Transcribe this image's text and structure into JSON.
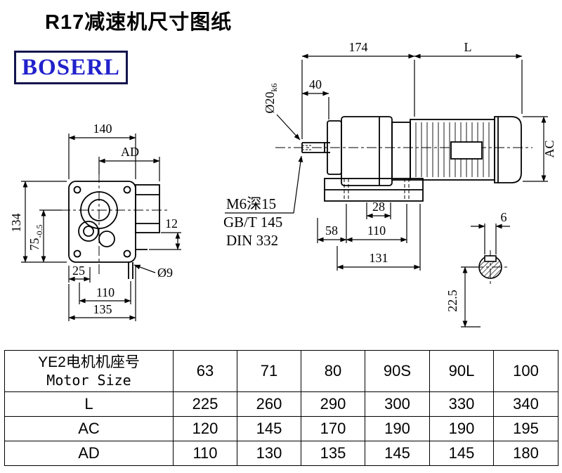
{
  "title": "R17减速机尺寸图纸",
  "logo": "BOSERL",
  "front_view": {
    "d140": "140",
    "dAD": "AD",
    "d134": "134",
    "d75": "75",
    "d75_tol": "-0.5",
    "d25": "25",
    "d110": "110",
    "d135": "135",
    "d12": "12",
    "d9": "Ø9"
  },
  "side_view": {
    "d174": "174",
    "dL": "L",
    "d40": "40",
    "shaft_dia": "Ø20",
    "shaft_tol": "k6",
    "dAC": "AC",
    "note1": "M6深15",
    "note2": "GB/T 145",
    "note3": "DIN 332",
    "d28": "28",
    "d58": "58",
    "d110": "110",
    "d131": "131"
  },
  "detail_view": {
    "d6": "6",
    "d22_5": "22.5"
  },
  "table": {
    "motor_size_label_cn": "YE2电机机座号",
    "motor_size_label_en": "Motor Size",
    "sizes": [
      "63",
      "71",
      "80",
      "90S",
      "90L",
      "100"
    ],
    "rows": [
      {
        "label": "L",
        "values": [
          "225",
          "260",
          "290",
          "300",
          "330",
          "340"
        ]
      },
      {
        "label": "AC",
        "values": [
          "120",
          "145",
          "170",
          "190",
          "190",
          "195"
        ]
      },
      {
        "label": "AD",
        "values": [
          "110",
          "130",
          "135",
          "145",
          "145",
          "180"
        ]
      }
    ]
  },
  "colors": {
    "logo_text": "#2121cc",
    "logo_border": "#15154d",
    "line": "#000000"
  }
}
